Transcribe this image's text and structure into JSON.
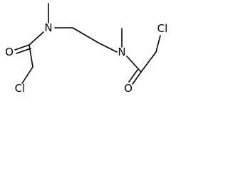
{
  "molecule": {
    "atoms": {
      "n1": "N",
      "n2": "N",
      "o1": "O",
      "o2": "O",
      "cl1": "Cl",
      "cl2": "Cl"
    }
  }
}
